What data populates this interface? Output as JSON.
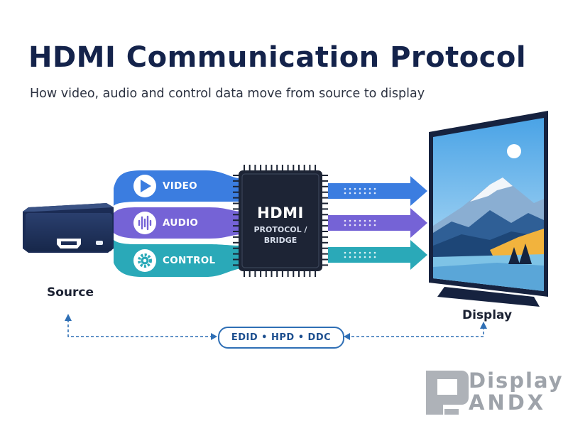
{
  "header": {
    "title": "HDMI Communication Protocol",
    "subtitle": "How video, audio and control data move from source to display"
  },
  "source": {
    "label": "Source"
  },
  "display": {
    "label": "Display"
  },
  "streams": [
    {
      "label": "VIDEO",
      "icon": "play-icon",
      "color": "#3b7de0"
    },
    {
      "label": "AUDIO",
      "icon": "waveform-icon",
      "color": "#7563d6"
    },
    {
      "label": "CONTROL",
      "icon": "gear-icon",
      "color": "#2aa9b8"
    }
  ],
  "chip": {
    "title": "HDMI",
    "subtitle_line1": "PROTOCOL /",
    "subtitle_line2": "BRIDGE"
  },
  "link": {
    "label": "EDID • HPD • DDC"
  },
  "watermark": {
    "line1": "Display",
    "line2": "ANDX"
  },
  "colors": {
    "navy": "#14234b",
    "link_blue": "#2f6fb5"
  }
}
